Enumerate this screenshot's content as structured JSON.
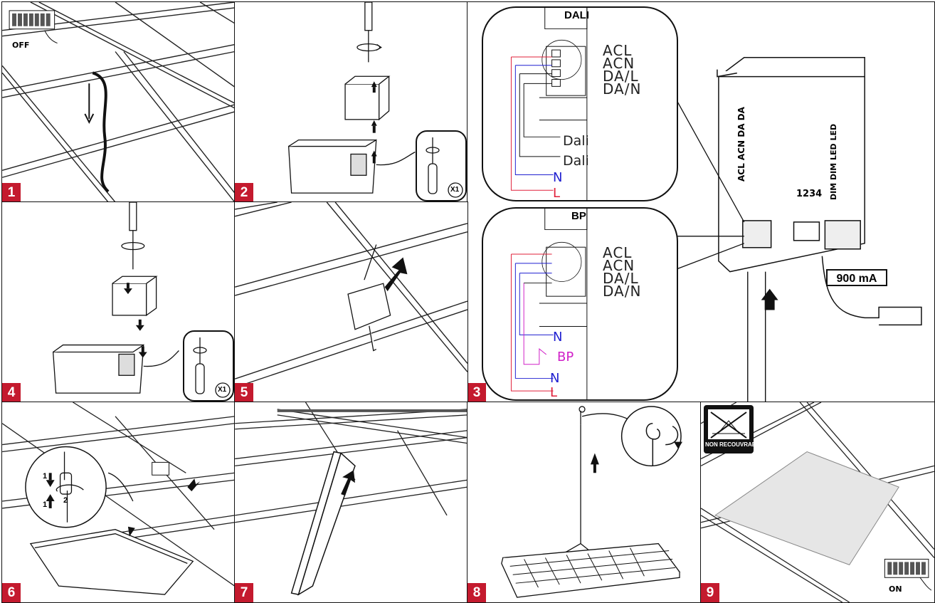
{
  "steps": [
    {
      "number": "1",
      "switch_label": "OFF"
    },
    {
      "number": "2",
      "tool_count": "X1"
    },
    {
      "number": "3"
    },
    {
      "number": "4",
      "tool_count": "X1"
    },
    {
      "number": "5"
    },
    {
      "number": "6",
      "sub_labels": [
        "1",
        "1",
        "2"
      ]
    },
    {
      "number": "7"
    },
    {
      "number": "8"
    },
    {
      "number": "9",
      "switch_label": "ON",
      "warning_label": "NON RECOUVRABLE"
    }
  ],
  "wiring": {
    "dali": {
      "title": "DALI",
      "terminals": [
        "ACL",
        "ACN",
        "DA/L",
        "DA/N"
      ],
      "wires": [
        "Dali",
        "Dali",
        "N",
        "L"
      ]
    },
    "bp": {
      "title": "BP",
      "terminals": [
        "ACL",
        "ACN",
        "DA/L",
        "DA/N"
      ],
      "wires": [
        "N",
        "BP",
        "N",
        "L"
      ]
    },
    "driver": {
      "left_terminals": "ACL ACN DA DA",
      "dip_label": "1234",
      "right_terminals": "DIM DIM LED LED",
      "current": "900 mA"
    }
  },
  "colors": {
    "badge": "#c41a2e",
    "neutral_wire": "#1f1fd0",
    "live_wire": "#e0203a",
    "bp_wire": "#d020c8"
  }
}
